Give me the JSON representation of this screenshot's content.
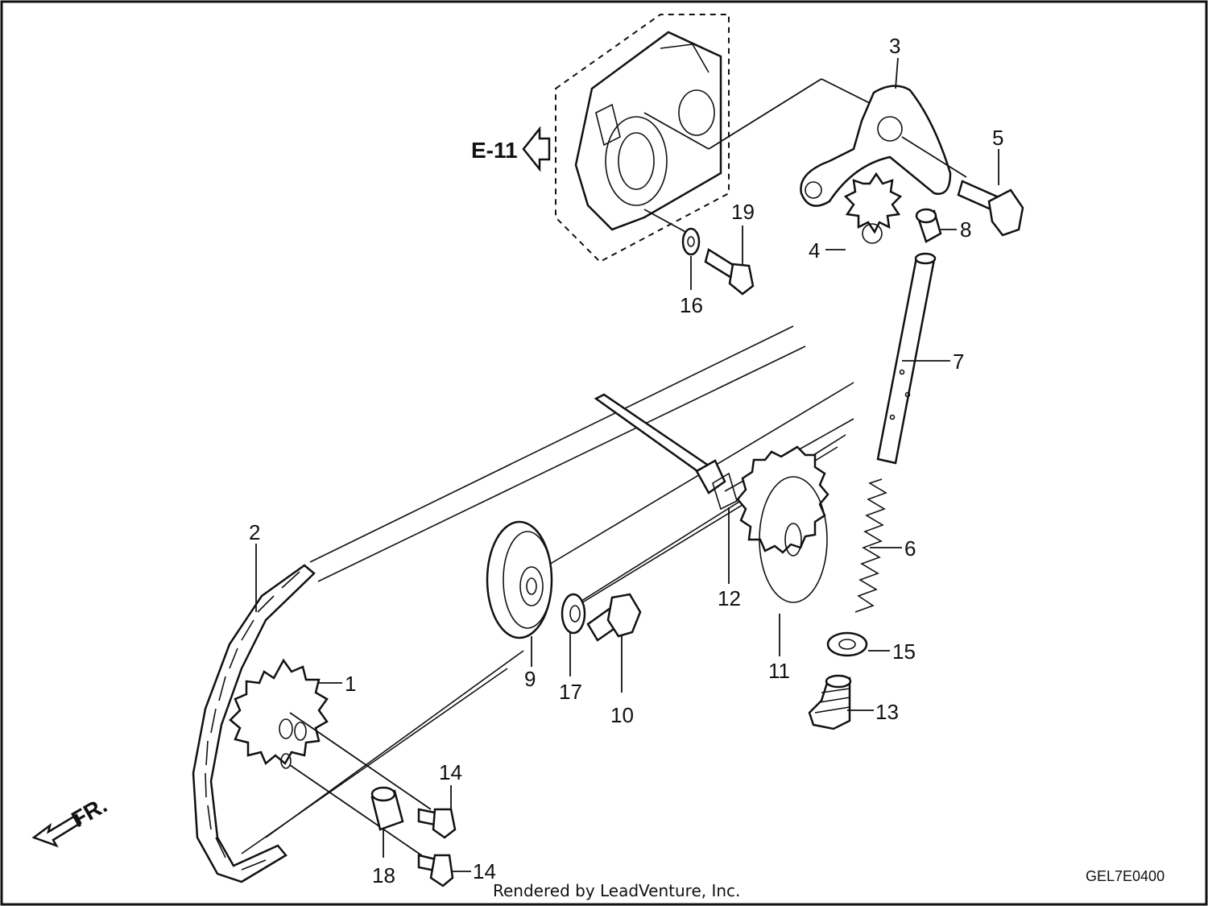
{
  "diagram": {
    "callouts": [
      {
        "id": "1",
        "text": "1"
      },
      {
        "id": "2",
        "text": "2"
      },
      {
        "id": "3",
        "text": "3"
      },
      {
        "id": "4",
        "text": "4"
      },
      {
        "id": "5",
        "text": "5"
      },
      {
        "id": "6",
        "text": "6"
      },
      {
        "id": "7",
        "text": "7"
      },
      {
        "id": "8",
        "text": "8"
      },
      {
        "id": "9",
        "text": "9"
      },
      {
        "id": "10",
        "text": "10"
      },
      {
        "id": "11",
        "text": "11"
      },
      {
        "id": "12",
        "text": "12"
      },
      {
        "id": "13",
        "text": "13"
      },
      {
        "id": "14a",
        "text": "14"
      },
      {
        "id": "14b",
        "text": "14"
      },
      {
        "id": "15",
        "text": "15"
      },
      {
        "id": "16",
        "text": "16"
      },
      {
        "id": "17",
        "text": "17"
      },
      {
        "id": "18",
        "text": "18"
      },
      {
        "id": "19",
        "text": "19"
      }
    ],
    "reference_label": "E-11",
    "front_label": "FR.",
    "diagram_code": "GEL7E0400",
    "credit": "Rendered by LeadVenture, Inc.",
    "colors": {
      "ink": "#111111",
      "paper": "#ffffff"
    }
  }
}
